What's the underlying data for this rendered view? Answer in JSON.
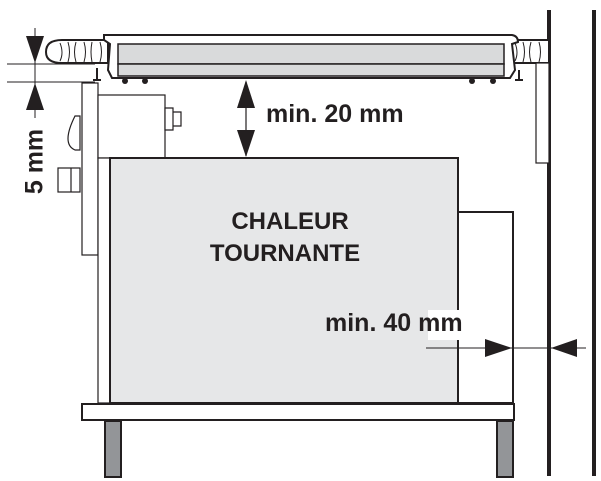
{
  "diagram": {
    "labels": {
      "top_clearance": "min. 20 mm",
      "side_clearance": "min. 40 mm",
      "hob_recess": "5 mm",
      "oven_line1": "CHALEUR",
      "oven_line2": "TOURNANTE"
    },
    "colors": {
      "line": "#231f20",
      "oven_fill": "#e6e7e8",
      "hob_fill": "#d9dadb",
      "feet_fill": "#939598",
      "wood_fill": "#ffffff"
    }
  }
}
